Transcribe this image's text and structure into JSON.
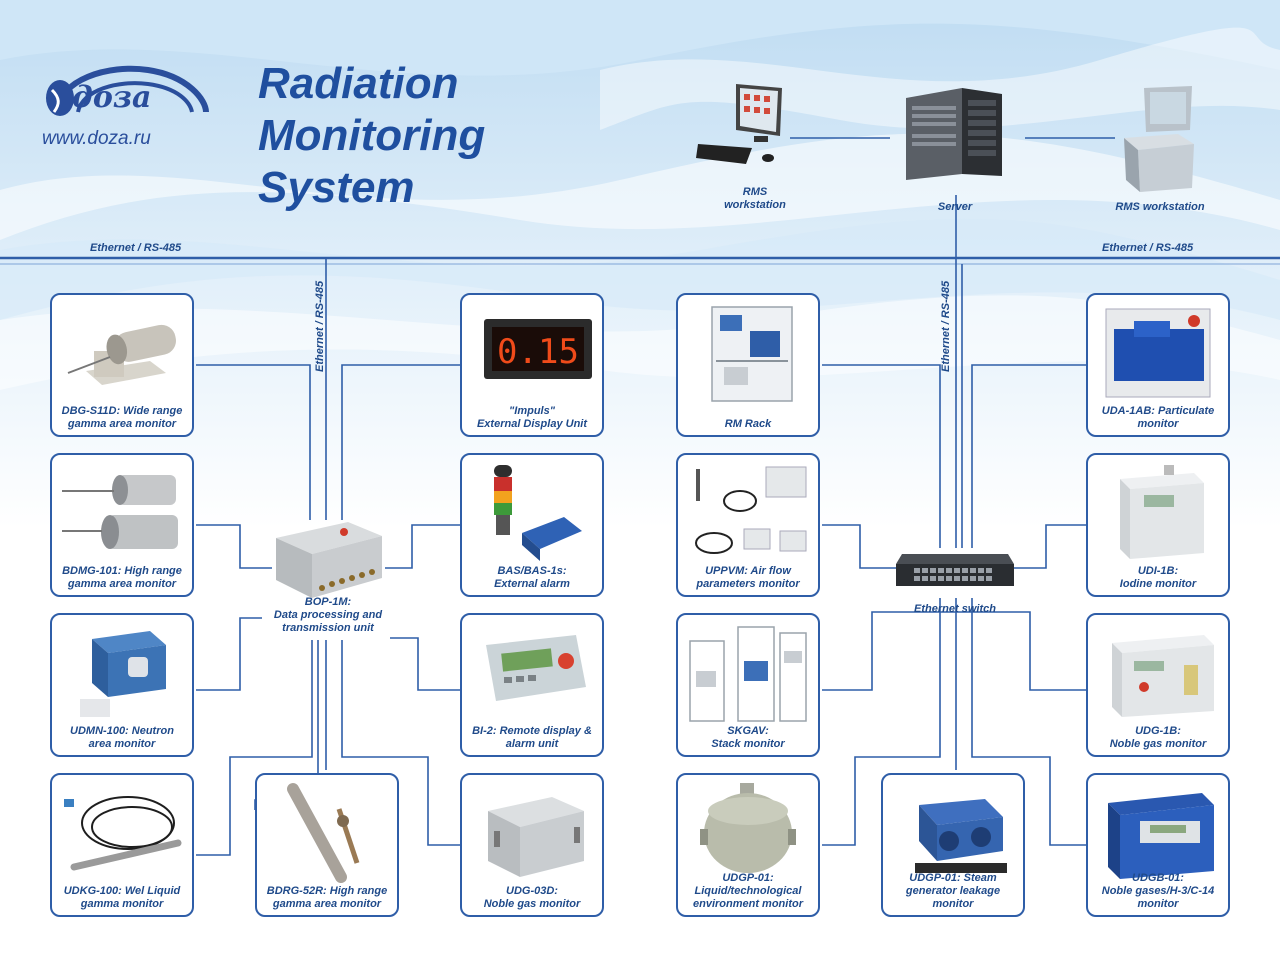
{
  "logo": {
    "brand": "доза",
    "url": "www.doza.ru"
  },
  "title": [
    "Radiation",
    "Monitoring",
    "System"
  ],
  "top_devices": {
    "workstation_left": "RMS\nworkstation",
    "server": "Server",
    "workstation_right": "RMS workstation"
  },
  "bus_labels": {
    "left": "Ethernet / RS-485",
    "right": "Ethernet / RS-485",
    "vertical_left": "Ethernet / RS-485",
    "vertical_right": "Ethernet / RS-485"
  },
  "hubs": {
    "bop": "BOP-1M:\nData processing and\ntransmission unit",
    "switch": "Ethernet switch"
  },
  "display_value": "0.15",
  "cards": {
    "dbg": "DBG-S11D: Wide range\ngamma area monitor",
    "bdmg": "BDMG-101: High range\ngamma area monitor",
    "udmn": "UDMN-100: Neutron\narea monitor",
    "udkg": "UDKG-100: Wel Liquid\ngamma monitor",
    "bdrg": "BDRG-52R: High range\ngamma area monitor",
    "impuls": "\"Impuls\"\nExternal Display Unit",
    "bas": "BAS/BAS-1s:\nExternal alarm",
    "bi2": "BI-2: Remote display &\nalarm unit",
    "udg03": "UDG-03D:\nNoble gas monitor",
    "rmrack": "RM Rack",
    "uppvm": "UPPVM: Air flow\nparameters monitor",
    "skgav": "SKGAV:\nStack monitor",
    "udgp01": "UDGP-01:\nLiquid/technological\nenvironment monitor",
    "udgp01s": "UDGP-01: Steam\ngenerator leakage\nmonitor",
    "uda": "UDA-1AB: Particulate\nmonitor",
    "udi": "UDI-1B:\nIodine monitor",
    "udg1b": "UDG-1B:\nNoble gas monitor",
    "udgb": "UDGB-01:\nNoble gases/H-3/C-14\nmonitor"
  }
}
